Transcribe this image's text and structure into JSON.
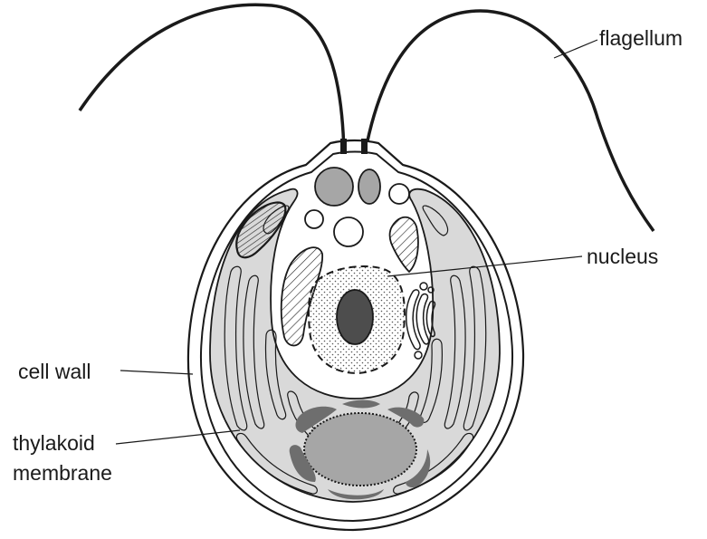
{
  "labels": {
    "flagellum": "flagellum",
    "nucleus": "nucleus",
    "cell_wall": "cell wall",
    "thylakoid_line1": "thylakoid",
    "thylakoid_line2": "membrane"
  },
  "colors": {
    "outline": "#1a1a1a",
    "chloroplast": "#d9d9d9",
    "pyrenoid": "#a6a6a6",
    "starch": "#6e6e6e",
    "nucleolus": "#4d4d4d",
    "vacuole": "#a6a6a6",
    "background": "#ffffff"
  }
}
